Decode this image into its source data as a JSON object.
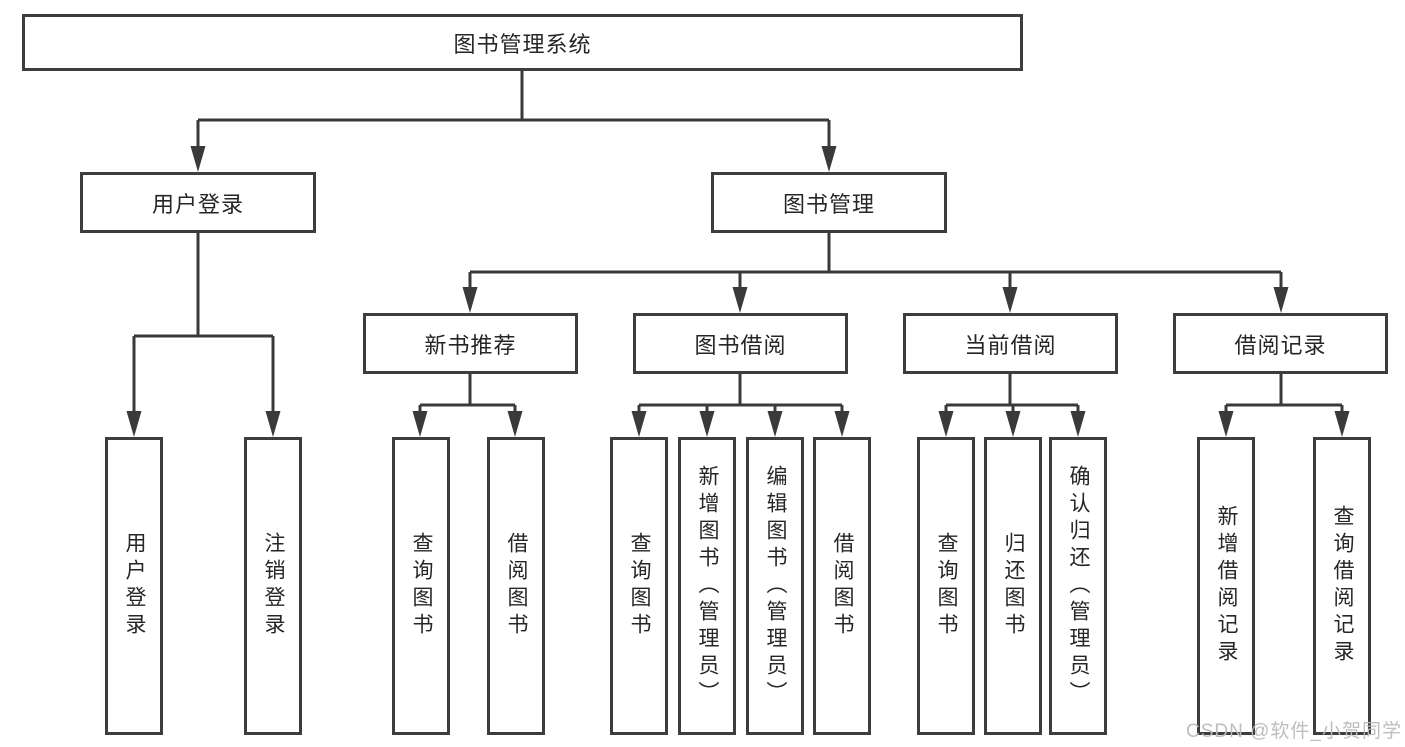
{
  "watermark": "CSDN @软件_小贺同学",
  "colors": {
    "line": "#3a3a3a",
    "box_border": "#3d3d3d",
    "box_fill": "#ffffff",
    "text": "#262626",
    "watermark": "#bbbbbb",
    "background": "#ffffff"
  },
  "tree": {
    "root": {
      "label": "图书管理系统",
      "children": [
        {
          "label": "用户登录",
          "children": [
            {
              "label": "用户登录"
            },
            {
              "label": "注销登录"
            }
          ]
        },
        {
          "label": "图书管理",
          "children": [
            {
              "label": "新书推荐",
              "children": [
                {
                  "label": "查询图书"
                },
                {
                  "label": "借阅图书"
                }
              ]
            },
            {
              "label": "图书借阅",
              "children": [
                {
                  "label": "查询图书"
                },
                {
                  "label": "新增图书（管理员）"
                },
                {
                  "label": "编辑图书（管理员）"
                },
                {
                  "label": "借阅图书"
                }
              ]
            },
            {
              "label": "当前借阅",
              "children": [
                {
                  "label": "查询图书"
                },
                {
                  "label": "归还图书"
                },
                {
                  "label": "确认归还（管理员）"
                }
              ]
            },
            {
              "label": "借阅记录",
              "children": [
                {
                  "label": "新增借阅记录"
                },
                {
                  "label": "查询借阅记录"
                }
              ]
            }
          ]
        }
      ]
    }
  }
}
